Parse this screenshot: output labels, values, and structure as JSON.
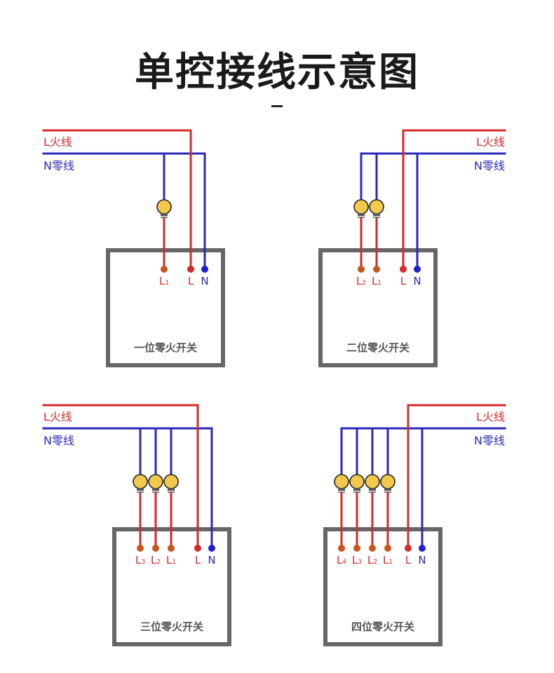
{
  "title": "单控接线示意图",
  "colors": {
    "live": "#d42a2a",
    "neutral": "#2a2ab8",
    "load": "#c8551c",
    "box": "#666666",
    "bulb": "#f2c94c"
  },
  "legend": {
    "live": "L火线",
    "neutral": "N零线"
  },
  "terminals": {
    "live": "L",
    "neutral": "N"
  },
  "panels": [
    {
      "id": "one",
      "name": "一位零火开关",
      "loads": [
        "L1"
      ]
    },
    {
      "id": "two",
      "name": "二位零火开关",
      "loads": [
        "L2",
        "L1"
      ]
    },
    {
      "id": "three",
      "name": "三位零火开关",
      "loads": [
        "L3",
        "L2",
        "L1"
      ]
    },
    {
      "id": "four",
      "name": "四位零火开关",
      "loads": [
        "L4",
        "L3",
        "L2",
        "L1"
      ]
    }
  ]
}
